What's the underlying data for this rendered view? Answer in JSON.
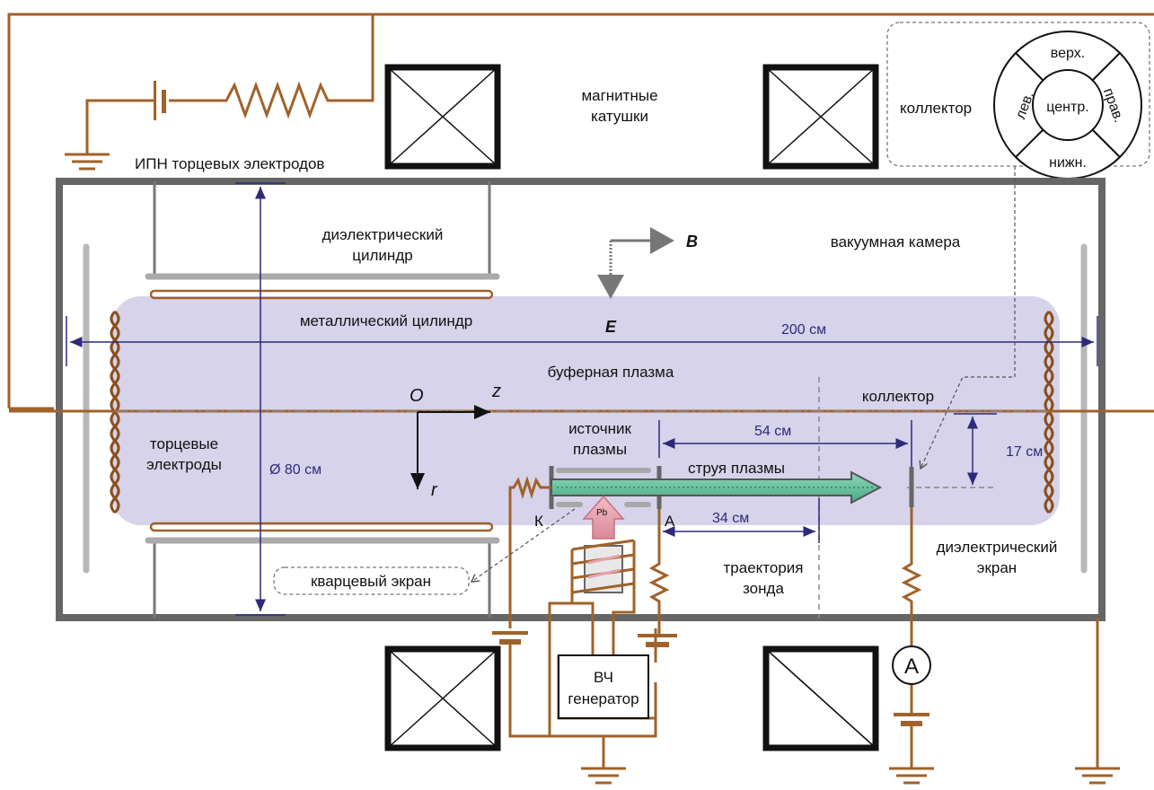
{
  "labels": {
    "power_supply": "ИПН торцевых электродов",
    "magnetic_coils": [
      "магнитные",
      "катушки"
    ],
    "collector_inset": "коллектор",
    "dielectric_cylinder": [
      "диэлектрический",
      "цилиндр"
    ],
    "vacuum_chamber": "вакуумная камера",
    "metal_cylinder": "металлический цилиндр",
    "buffer_plasma": "буферная плазма",
    "collector": "коллектор",
    "end_electrodes": [
      "торцевые",
      "электроды"
    ],
    "plasma_source": [
      "источник",
      "плазмы"
    ],
    "plasma_jet": "струя плазмы",
    "dielectric_screen": [
      "диэлектрический",
      "экран"
    ],
    "quartz_screen": "кварцевый экран",
    "probe_trajectory": [
      "траектория",
      "зонда"
    ],
    "rf_generator": [
      "ВЧ",
      "генератор"
    ],
    "cathode": "К",
    "anode": "А",
    "lead": "Pb",
    "ammeter": "A"
  },
  "collector_segments": {
    "top": "верх.",
    "left": "лев.",
    "center": "центр.",
    "right": "прав.",
    "bottom": "нижн."
  },
  "fields": {
    "b": "B",
    "e": "E"
  },
  "axes": {
    "origin": "O",
    "z": "z",
    "r": "r"
  },
  "dimensions": {
    "length": "200 см",
    "diameter": "Ø 80 см",
    "d54": "54 см",
    "d34": "34 см",
    "d17": "17 см"
  },
  "colors": {
    "wire": "#a0622a",
    "plasma": "#d6d3ea",
    "dimension": "#2d2a7a",
    "chamber": "#666666",
    "jet": "#6fc7a8",
    "pb_arrow": "#e6a3ad"
  }
}
